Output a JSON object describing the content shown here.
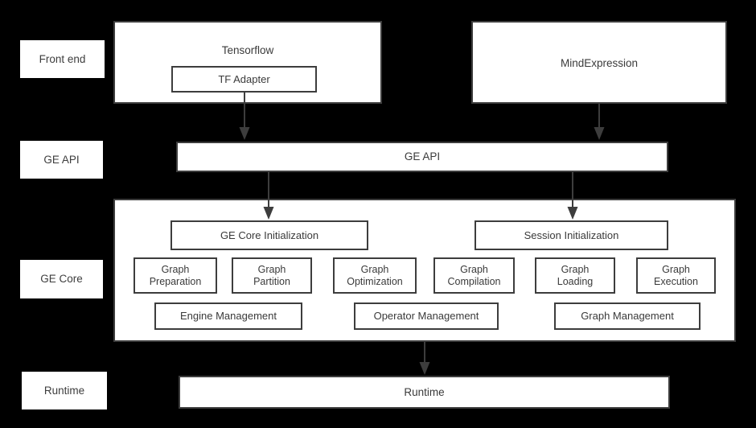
{
  "diagram": {
    "background_color": "#000000",
    "box_fill": "#ffffff",
    "border_color": "#3d3d3d",
    "text_color": "#3a3a3a"
  },
  "layer_labels": [
    {
      "id": "front-end",
      "text": "Front end"
    },
    {
      "id": "ge-api",
      "text": "GE API"
    },
    {
      "id": "ge-core",
      "text": "GE Core"
    },
    {
      "id": "runtime",
      "text": "Runtime"
    }
  ],
  "front_end": {
    "tensorflow": {
      "title": "Tensorflow",
      "child": "TF Adapter"
    },
    "mindexpression": {
      "title": "MindExpression"
    }
  },
  "ge_api_bar": {
    "label": "GE API"
  },
  "ge_core": {
    "init_boxes": [
      {
        "id": "ge-core-initialization",
        "label": "GE Core Initialization"
      },
      {
        "id": "session-initialization",
        "label": "Session Initialization"
      }
    ],
    "stage_boxes": [
      {
        "id": "graph-preparation",
        "label": "Graph\nPreparation"
      },
      {
        "id": "graph-partition",
        "label": "Graph\nPartition"
      },
      {
        "id": "graph-optimization",
        "label": "Graph\nOptimization"
      },
      {
        "id": "graph-compilation",
        "label": "Graph\nCompilation"
      },
      {
        "id": "graph-loading",
        "label": "Graph\nLoading"
      },
      {
        "id": "graph-execution",
        "label": "Graph\nExecution"
      }
    ],
    "management_boxes": [
      {
        "id": "engine-management",
        "label": "Engine Management"
      },
      {
        "id": "operator-management",
        "label": "Operator Management"
      },
      {
        "id": "graph-management",
        "label": "Graph Management"
      }
    ]
  },
  "runtime_bar": {
    "label": "Runtime"
  },
  "connectors": [
    {
      "id": "tf-adapter-to-ge-api",
      "from": "TF Adapter",
      "to": "GE API"
    },
    {
      "id": "mindexpression-to-ge-api",
      "from": "MindExpression",
      "to": "GE API"
    },
    {
      "id": "ge-api-to-ge-core-init",
      "from": "GE API",
      "to": "GE Core Initialization"
    },
    {
      "id": "ge-api-to-session-init",
      "from": "GE API",
      "to": "Session Initialization"
    },
    {
      "id": "ge-core-to-runtime",
      "from": "GE Core",
      "to": "Runtime"
    }
  ]
}
